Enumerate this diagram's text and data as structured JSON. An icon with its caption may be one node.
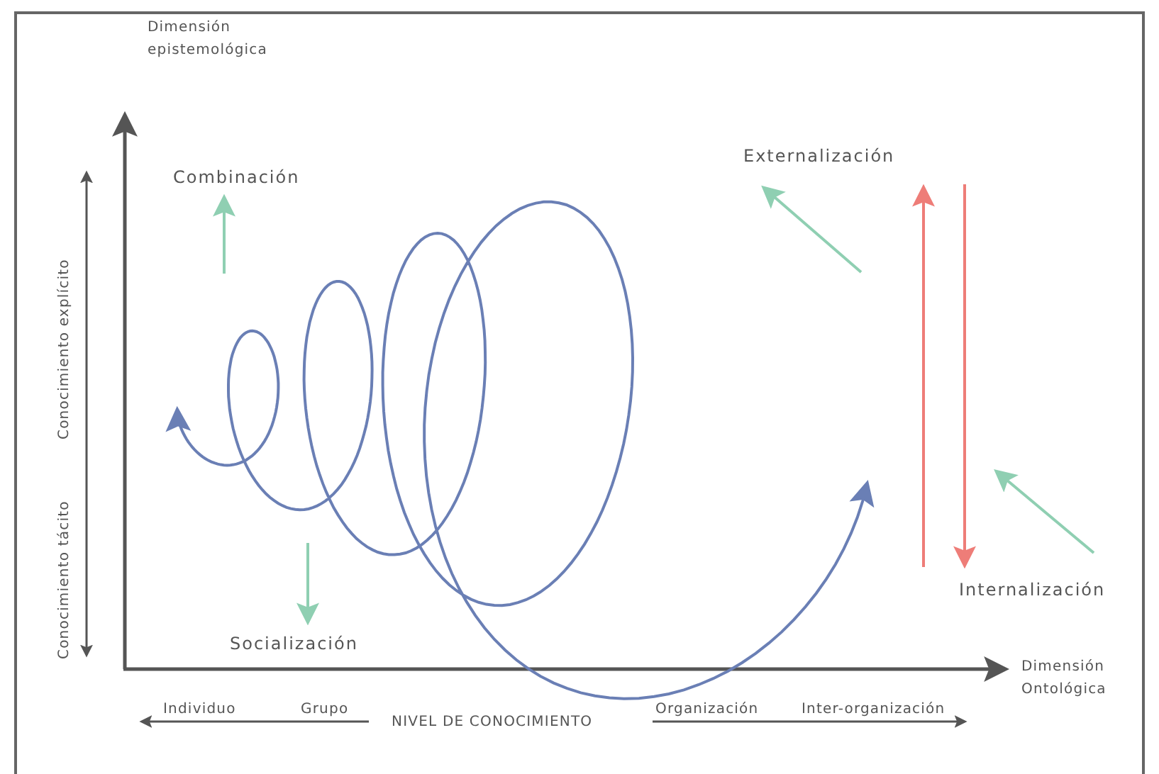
{
  "diagram": {
    "labels": [
      "Dimensión epistemológica",
      "Conocimiento explícito",
      "Combinación",
      "Externalización",
      "Conocimiento tácito",
      "Internalización",
      "Socialización",
      "Dimensión Ontológica",
      "Individuo",
      "Grupo",
      "Organización",
      "Inter-organización",
      "NIVEL DE CONOCIMIENTO"
    ]
  }
}
